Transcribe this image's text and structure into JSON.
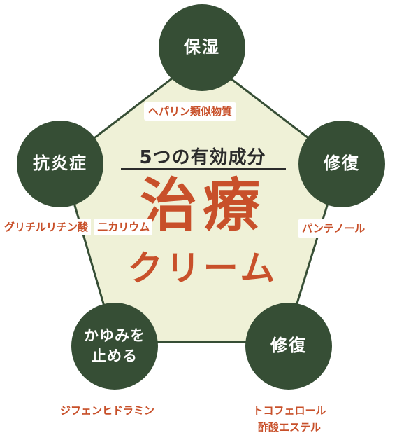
{
  "center": {
    "subtitle": "5つの有効成分",
    "title": "治療",
    "title2": "クリーム"
  },
  "nodes": [
    {
      "label": "保湿",
      "ingredient": "ヘパリン類似物質"
    },
    {
      "label": "修復",
      "ingredient": "パンテノール"
    },
    {
      "label_lines": [
        "修復"
      ],
      "ingredient_lines": [
        "トコフェロール",
        "酢酸エステル"
      ]
    },
    {
      "label_lines": [
        "かゆみを",
        "止める"
      ],
      "ingredient": "ジフェンヒドラミン"
    },
    {
      "label": "抗炎症",
      "ingredient_lines": [
        "グリチルリチン酸",
        "二カリウム"
      ]
    }
  ],
  "colors": {
    "node_fill": "#364e35",
    "pentagon_fill": "#eff1d7",
    "pentagon_stroke": "#364e35",
    "accent": "#c8502a"
  }
}
